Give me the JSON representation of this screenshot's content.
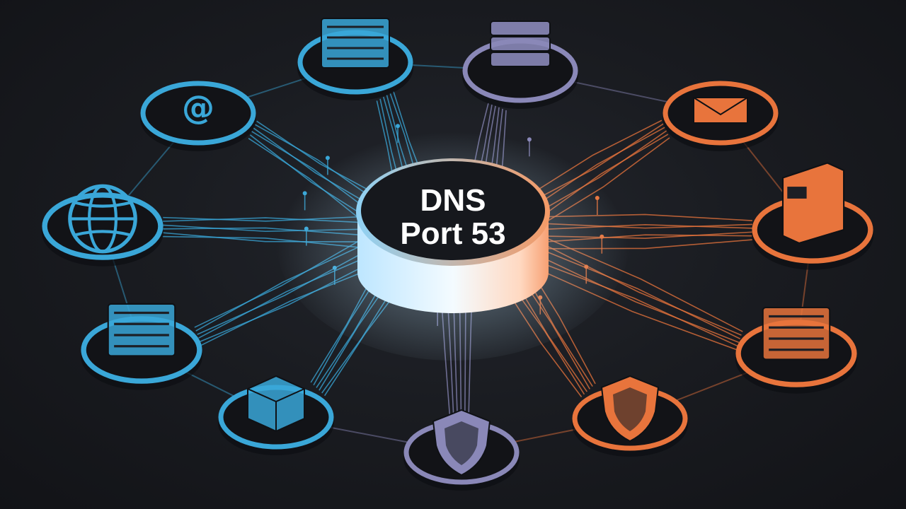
{
  "hub": {
    "line1": "DNS",
    "line2": "Port 53"
  },
  "colors": {
    "background": "#16181d",
    "blue_accent": "#3aa7d8",
    "lavender_accent": "#8a88b8",
    "orange_accent": "#e8743c",
    "hub_glow": "#bfe8ff"
  },
  "nodes": [
    {
      "id": "server-rack-top",
      "icon": "server-rack-icon",
      "theme": "blue"
    },
    {
      "id": "database-top",
      "icon": "database-icon",
      "theme": "lavender"
    },
    {
      "id": "mail",
      "icon": "envelope-icon",
      "theme": "orange"
    },
    {
      "id": "server-tower",
      "icon": "server-tower-icon",
      "theme": "orange"
    },
    {
      "id": "server-stack-right",
      "icon": "server-stack-icon",
      "theme": "orange"
    },
    {
      "id": "shield-right",
      "icon": "shield-icon",
      "theme": "orange"
    },
    {
      "id": "shield-bottom",
      "icon": "shield-icon",
      "theme": "lavender"
    },
    {
      "id": "box-bottom-left",
      "icon": "box-icon",
      "theme": "blue"
    },
    {
      "id": "server-stack-left",
      "icon": "server-stack-icon",
      "theme": "blue"
    },
    {
      "id": "globe",
      "icon": "globe-icon",
      "theme": "blue"
    },
    {
      "id": "email-at",
      "icon": "at-sign-icon",
      "theme": "blue"
    }
  ]
}
